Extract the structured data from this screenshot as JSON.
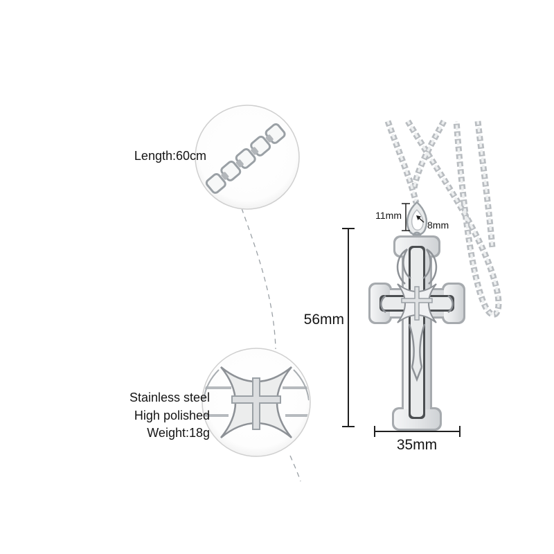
{
  "product": {
    "chain_length_label": "Length:60cm",
    "specs": {
      "material": "Stainless steel",
      "finish": "High polished",
      "weight": "Weight:18g"
    }
  },
  "dimensions": {
    "bail_height": "11mm",
    "chain_width": "8mm",
    "pendant_height": "56mm",
    "pendant_width": "35mm"
  },
  "colors": {
    "dimension_line": "#1f1f1f",
    "silver_light": "#eceeef",
    "silver_mid": "#d9dbdd",
    "silver_dark": "#9aa0a5",
    "gap_dark": "#4b4e51",
    "circle_stroke": "#cfcfcf"
  }
}
